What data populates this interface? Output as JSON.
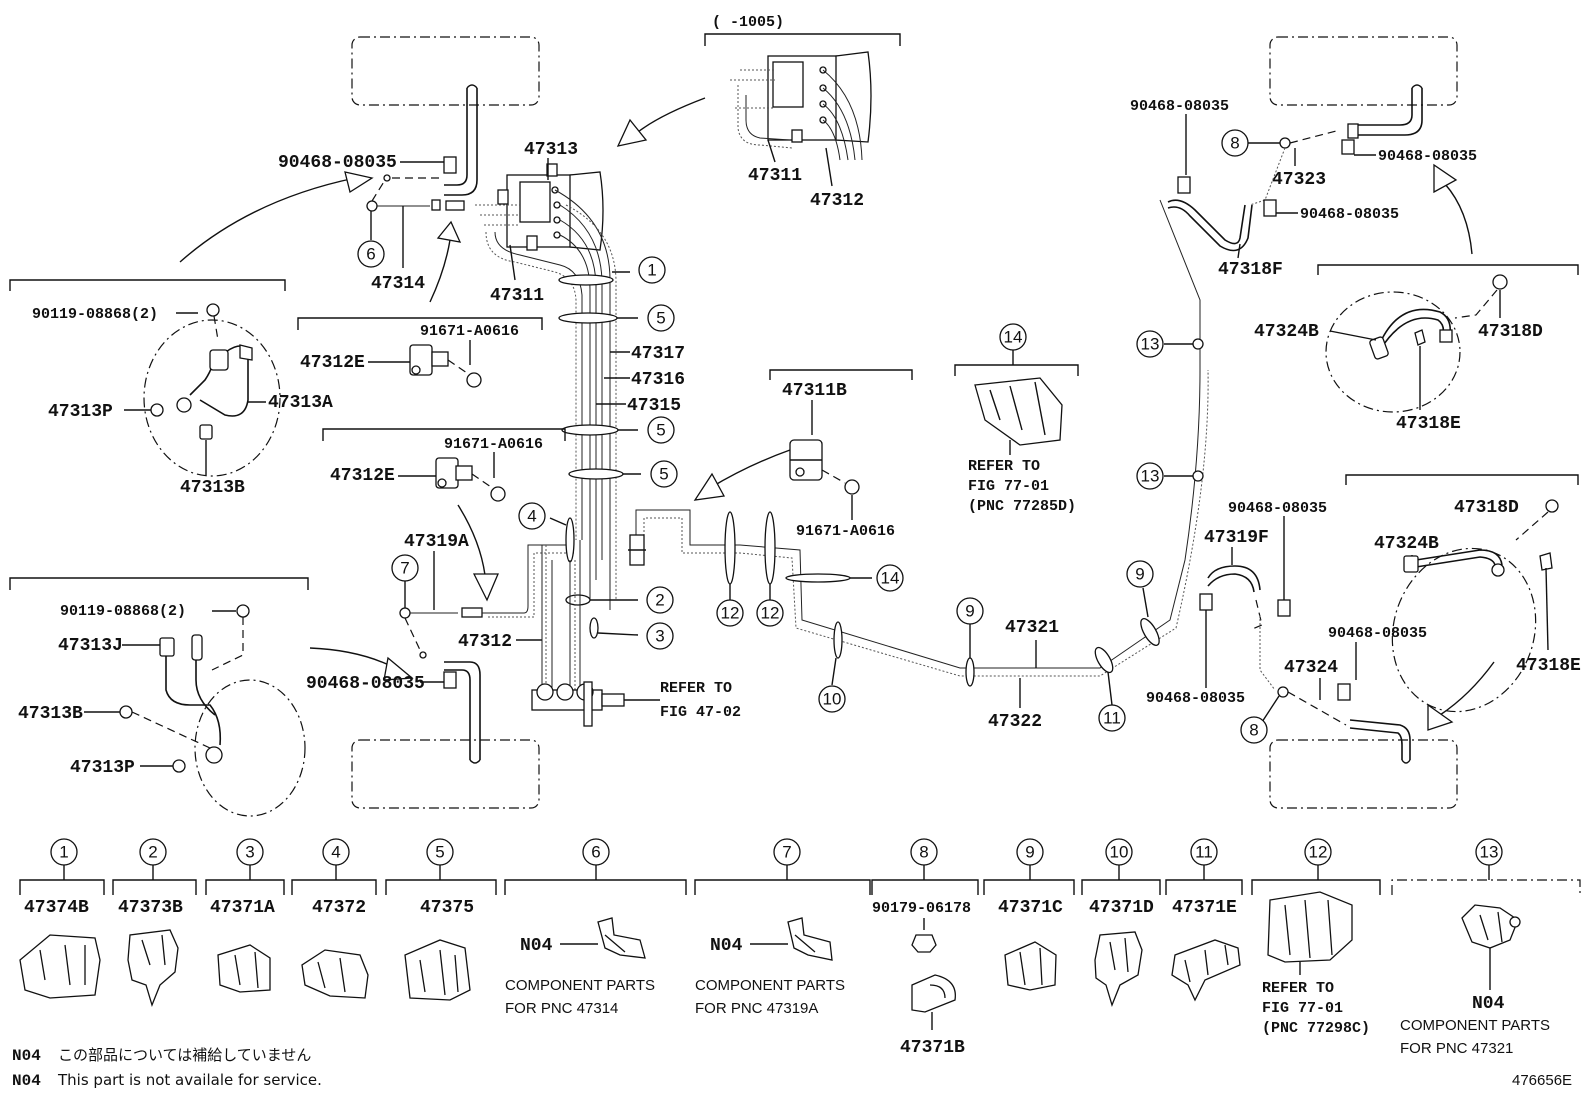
{
  "labels": {
    "top_range": "(      -1005)",
    "p_47313_top": "47313",
    "p_47311_right": "47311",
    "p_47312_right": "47312",
    "p_90468_tl": "90468-08035",
    "p_47314": "47314",
    "p_47311_main": "47311",
    "c6": "6",
    "c1": "1",
    "c5a": "5",
    "c5b": "5",
    "c5c": "5",
    "p_90119_a": "90119-08868(2)",
    "p_91671_a": "91671-A0616",
    "p_47312E_a": "47312E",
    "p_47313P_a": "47313P",
    "p_47313A": "47313A",
    "p_47313B_a": "47313B",
    "p_47317": "47317",
    "p_47316": "47316",
    "p_47315": "47315",
    "p_91671_b": "91671-A0616",
    "p_47312E_b": "47312E",
    "p_47319A": "47319A",
    "c7": "7",
    "c4": "4",
    "c2": "2",
    "c3": "3",
    "p_47312_main": "47312",
    "p_90119_b": "90119-08868(2)",
    "p_47313J": "47313J",
    "p_47313B_b": "47313B",
    "p_47313P_b": "47313P",
    "p_90468_bl": "90468-08035",
    "refer_4702_a": "REFER TO",
    "refer_4702_b": "FIG 47-02",
    "p_47311B": "47311B",
    "p_91671_c": "91671-A0616",
    "c14_top": "14",
    "refer_7701_a": "REFER TO",
    "refer_7701_b": "FIG 77-01",
    "refer_7701_c": "(PNC 77285D)",
    "c14_mid": "14",
    "c12a": "12",
    "c12b": "12",
    "c10": "10",
    "c9a": "9",
    "p_47321": "47321",
    "p_47322": "47322",
    "c11": "11",
    "c9b": "9",
    "c13a": "13",
    "c13b": "13",
    "p_90468_tr1": "90468-08035",
    "c8a": "8",
    "p_47323": "47323",
    "p_90468_tr2": "90468-08035",
    "p_90468_tr3": "90468-08035",
    "p_47318F": "47318F",
    "p_47324B_a": "47324B",
    "p_47318D_a": "47318D",
    "p_47318E_a": "47318E",
    "p_90468_mr": "90468-08035",
    "p_47318D_b": "47318D",
    "p_47319F": "47319F",
    "p_47324B_b": "47324B",
    "p_47318E_b": "47318E",
    "p_90468_br1": "90468-08035",
    "p_47324": "47324",
    "p_90468_br2": "90468-08035",
    "c8b": "8"
  },
  "legend": [
    {
      "num": "1",
      "part": "47374B"
    },
    {
      "num": "2",
      "part": "47373B"
    },
    {
      "num": "3",
      "part": "47371A"
    },
    {
      "num": "4",
      "part": "47372"
    },
    {
      "num": "5",
      "part": "47375"
    },
    {
      "num": "6",
      "part": "N04",
      "note1": "COMPONENT PARTS",
      "note2": "FOR PNC 47314"
    },
    {
      "num": "7",
      "part": "N04",
      "note1": "COMPONENT PARTS",
      "note2": "FOR PNC 47319A"
    },
    {
      "num": "8",
      "part": "90179-06178",
      "part2": "47371B"
    },
    {
      "num": "9",
      "part": "47371C"
    },
    {
      "num": "10",
      "part": "47371D"
    },
    {
      "num": "11",
      "part": "47371E"
    },
    {
      "num": "12",
      "note1": "REFER TO",
      "note2": "FIG 77-01",
      "note3": "(PNC 77298C)"
    },
    {
      "num": "13",
      "part": "N04",
      "note1": "COMPONENT PARTS",
      "note2": "FOR PNC 47321"
    }
  ],
  "footer": {
    "code1": "N04",
    "jp_note": "この部品については補給していません",
    "code2": "N04",
    "en_note": "This part is not availale for service.",
    "figure_id": "476656E"
  }
}
